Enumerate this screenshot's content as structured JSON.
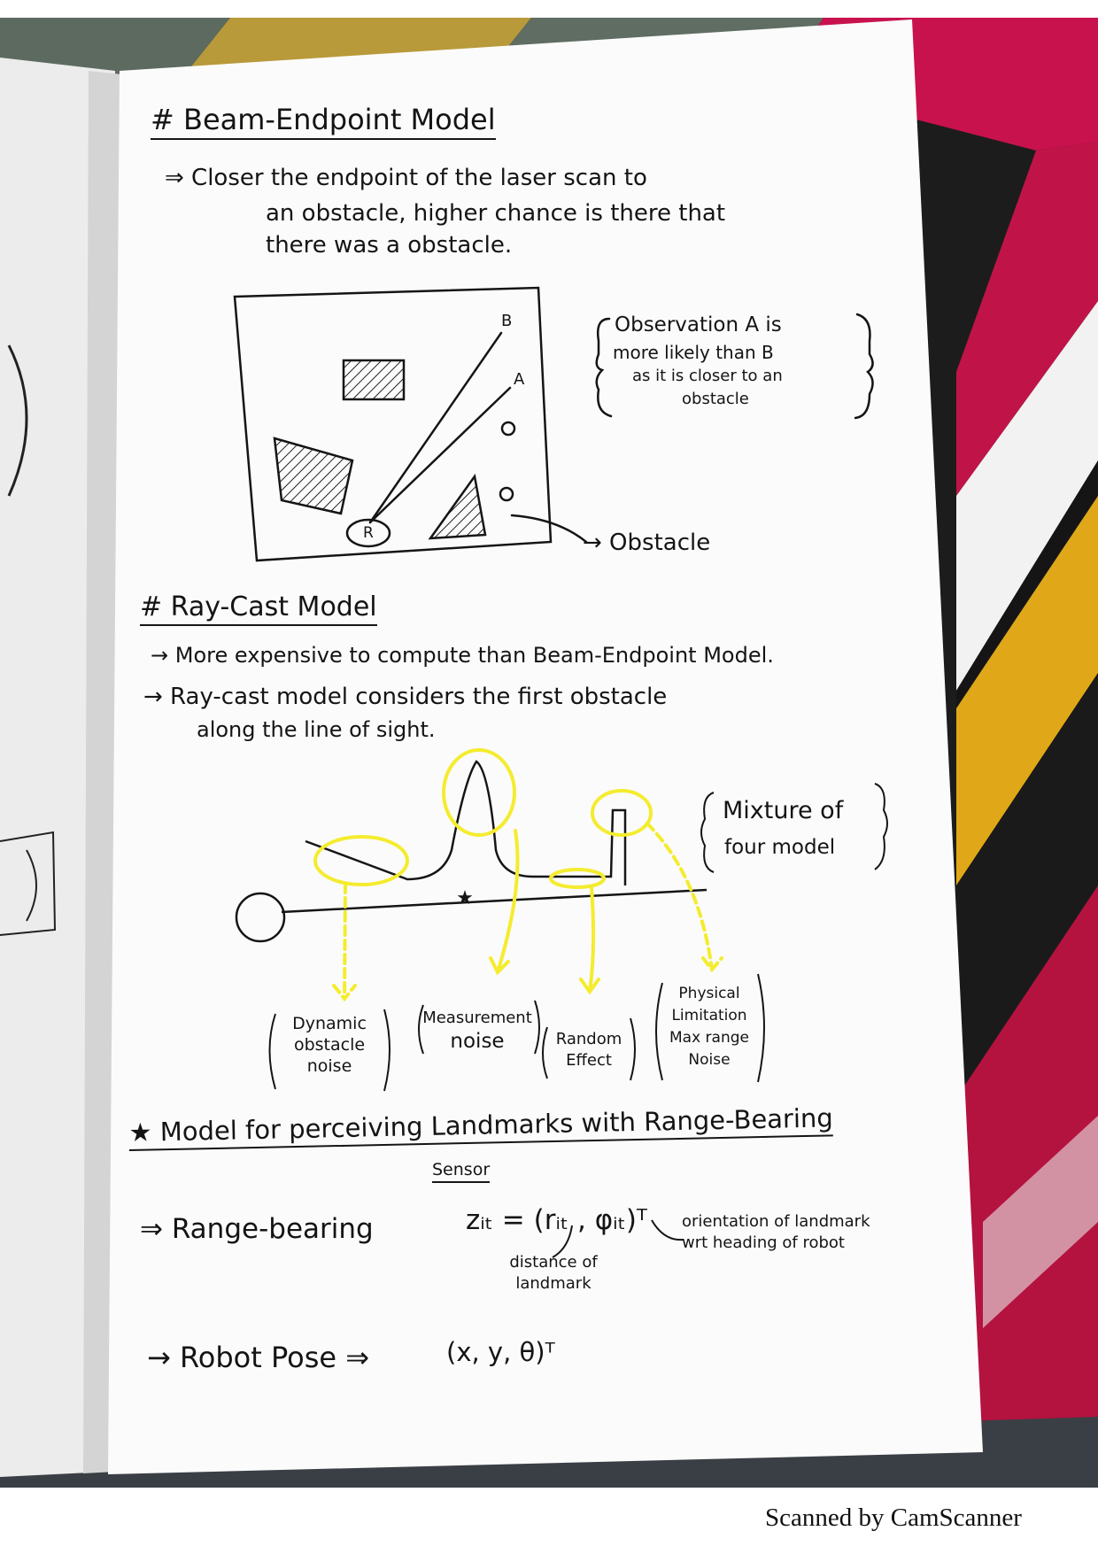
{
  "footer": {
    "scanner": "Scanned by CamScanner"
  },
  "colors": {
    "paper": "#fbfbfb",
    "ink": "#141414",
    "highlight": "#f5f23a",
    "fabric_pink": "#c8124e",
    "fabric_yellow": "#e0a818",
    "fabric_dark": "#1a1a1a"
  },
  "section1": {
    "heading": "# Beam-Endpoint Model",
    "lines": [
      "⇒ Closer the endpoint of the laser scan to",
      "an obstacle, higher chance is there that",
      "there was a obstacle."
    ],
    "diagram": {
      "label_a": "A",
      "label_b": "B",
      "label_r": "R",
      "note_lines": [
        "Observation A is",
        "more likely than B",
        "as it is closer to an",
        "obstacle"
      ],
      "obstacle_label": "→ Obstacle"
    }
  },
  "section2": {
    "heading": "# Ray-Cast Model",
    "lines": [
      "→ More expensive to compute than Beam-Endpoint Model.",
      "→ Ray-cast model considers the first obstacle",
      "along the line of sight."
    ],
    "diagram": {
      "mixture_lines": [
        "Mixture of",
        "four model"
      ],
      "noise_labels": [
        {
          "lines": [
            "Dynamic",
            "obstacle",
            "noise"
          ]
        },
        {
          "lines": [
            "Measurement",
            "noise"
          ]
        },
        {
          "lines": [
            "Random",
            "Effect"
          ]
        },
        {
          "lines": [
            "Physical",
            "Limitation",
            "Max range",
            "Noise"
          ]
        }
      ]
    }
  },
  "section3": {
    "heading": "★ Model for perceiving Landmarks with Range-Bearing",
    "heading_sub": "Sensor",
    "range_label": "⇒ Range-bearing",
    "formula": "zᵢₜ = (rᵢₜ , φᵢₜ)ᵀ",
    "annotation_distance": [
      "distance of",
      "landmark"
    ],
    "annotation_orientation": [
      "orientation of landmark",
      "wrt heading of robot"
    ],
    "pose_label": "→ Robot Pose ⇒",
    "pose_formula": "(x, y, θ)ᵀ"
  }
}
